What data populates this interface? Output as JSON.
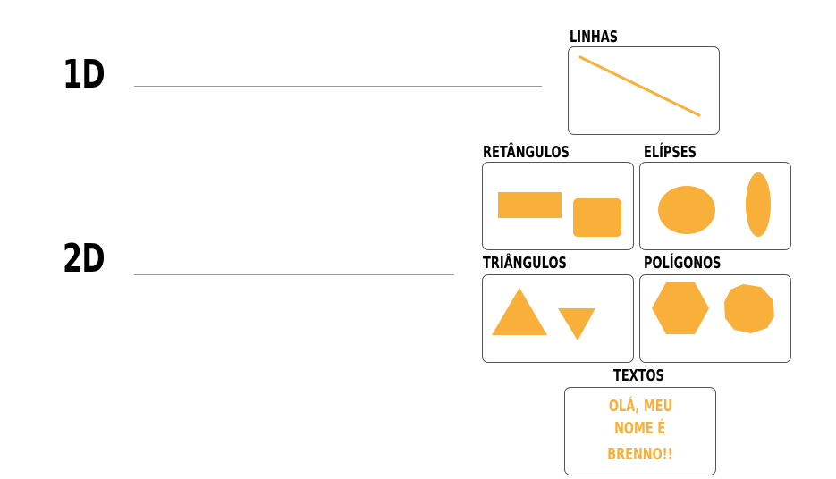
{
  "labels": {
    "one_d": "1D",
    "two_d": "2D"
  },
  "sections": {
    "linhas": "LINHAS",
    "retangulos": "RETÂNGULOS",
    "elipses": "ELÍPSES",
    "triangulos": "TRIÂNGULOS",
    "poligonos": "POLÍGONOS",
    "textos": "TEXTOS"
  },
  "text_sample": {
    "line1": "OLÁ, MEU",
    "line2": "NOME É",
    "line3": "BRENNO!!"
  },
  "colors": {
    "shape_fill": "#f9b03a",
    "box_border": "#555555",
    "divider": "#9a9a9a"
  }
}
